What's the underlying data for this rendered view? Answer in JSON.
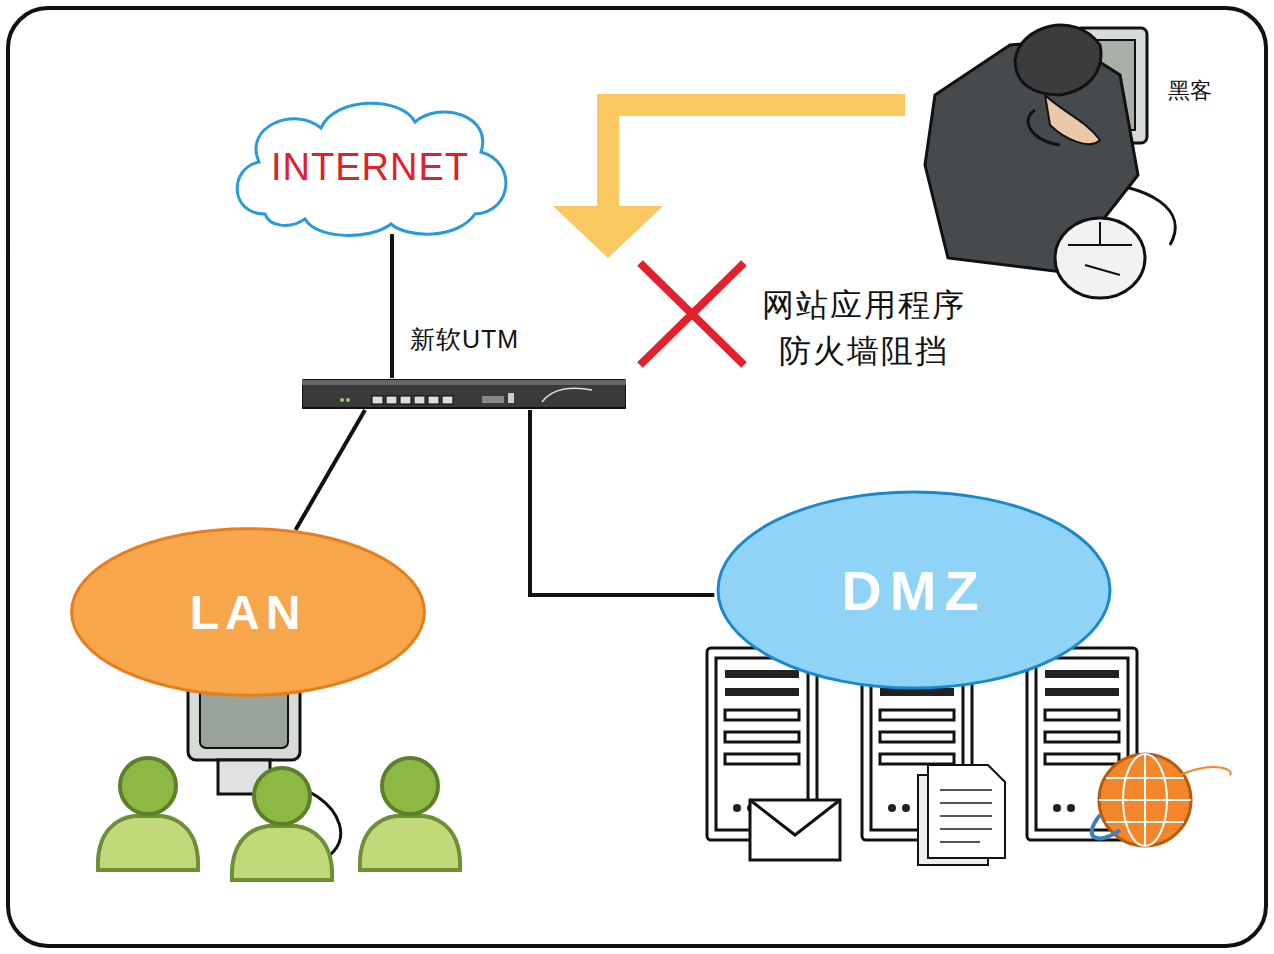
{
  "diagram": {
    "nodes": [
      {
        "text": [
          "INTERNET"
        ]
      },
      {
        "text": [
          "新软UTM"
        ]
      },
      {
        "text": [
          "LAN"
        ]
      },
      {
        "text": [
          "DMZ"
        ]
      }
    ],
    "edges": [
      {
        "from": 0,
        "to": 1,
        "arrow": "none"
      },
      {
        "from": 1,
        "to": 2,
        "arrow": "none"
      },
      {
        "from": 1,
        "to": 3,
        "arrow": "none"
      }
    ],
    "labels": [
      "黑客",
      "网站应用程序 防火墙阻挡"
    ]
  }
}
